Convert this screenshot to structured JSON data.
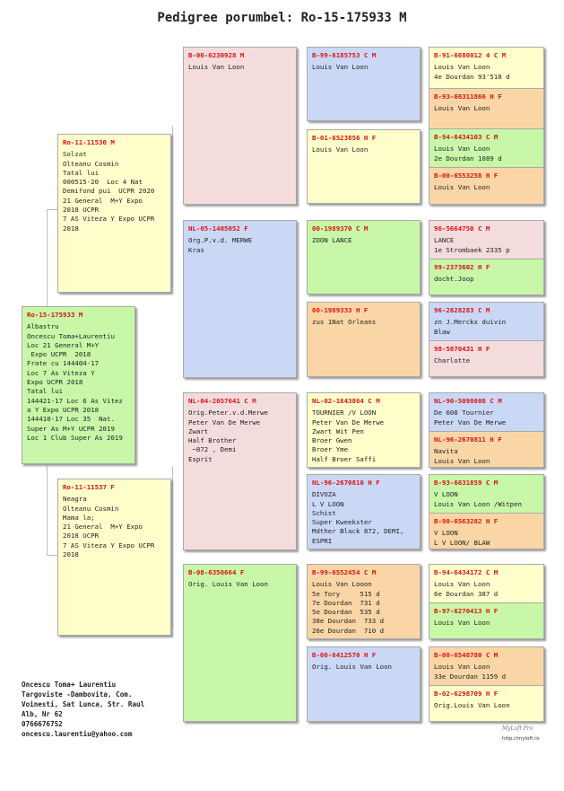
{
  "title": "Pedigree porumbel: Ro-15-175933 M",
  "subject": {
    "ring": "Ro-15-175933 M",
    "text": "Albastru\nOncescu Toma+Laurentiu\nLoc 21 General M+Y\n Expo UCPR  2018\nFrate cu 144404-17\nLoc 7 As Viteza Y\nExpo UCPR 2018\nTatal lui\n144421-17 Loc 6 As Vitez\na Y Expo UCPR 2018\n144410-17 Loc 35  Nat.\nSuper As M+Y UCPR 2019\nLoc 1 Club Super As 2019"
  },
  "parents": {
    "sire": {
      "ring": "Ro-11-11530 M",
      "text": "Solzat\nOlteanu Cosmin\nTatal lui\n000515-20  Loc 4 Nat\nDemifond pui  UCPR 2020\n21 General  M+Y Expo\n2018 UCPR\n7 AS Viteza Y Expo UCPR\n2018"
    },
    "dam": {
      "ring": "Ro-11-11537 F",
      "text": "Neagra\nOlteanu Cosmin\nMama la;\n21 General  M+Y Expo\n2018 UCPR\n7 AS Viteza Y Expo UCPR\n2018"
    }
  },
  "grandparents": [
    {
      "ring": "B-06-6230928 M",
      "text": "Louis Van Loon"
    },
    {
      "ring": "NL-05-1405052 F",
      "text": "Org.P.v.d. MERWE\nKras"
    },
    {
      "ring": "NL-04-2057641 C M",
      "text": "Orig.Peter.v.d.Merwe\nPeter Van De Merwe\nZwart\nHalf Brother\n ~872 , Demi\nEsprit"
    },
    {
      "ring": "B-08-6350664 F",
      "text": "Orig. Louis Van Loon"
    }
  ],
  "great_grandparents": [
    {
      "ring": "B-99-6185753 C M",
      "text": "Louis Van Loon"
    },
    {
      "ring": "B-01-6523856 H F",
      "text": "Louis Van Loon"
    },
    {
      "ring": "00-1989370 C M",
      "text": "ZOON LANCE"
    },
    {
      "ring": "00-1989333 H F",
      "text": "zus 1Nat Orleans"
    },
    {
      "ring": "NL-02-1643864 C M",
      "text": "TOURNIER /V LOON\nPeter Van De Merwe\nZwart Wit Pen\nBroer Gwen\nBroer Yme\nHalf Broer Saffi"
    },
    {
      "ring": "NL-96-2670810 H F",
      "text": "DIVOZA\nL V LOON\nSchist\nSuper Kweekster\nMdther Black 872, DEMI,\nESPRI"
    },
    {
      "ring": "B-99-6552454 C M",
      "text": "Louis Van Looon\n5e Tory     515 d\n7e Dourdan  731 d\n5e Dourdan  535 d\n38e Dourdan  733 d\n26e Dourdan  710 d"
    },
    {
      "ring": "B-06-6412570 H F",
      "text": "Orig. Louis Van Loon"
    }
  ],
  "great_great_grandparents": [
    {
      "ring": "B-91-6680012 4 C M",
      "text": "Louis Van Loon\n4e Dourdan 93'518 d"
    },
    {
      "ring": "B-93-66311866 H F",
      "text": "Louis Van Loon"
    },
    {
      "ring": "B-94-6434103 C M",
      "text": "Louis Van Loon\n2e Dourdan 1089 d"
    },
    {
      "ring": "B-00-6553258 H F",
      "text": "Louis Van Loon"
    },
    {
      "ring": "96-5664750 C M",
      "text": "LANCE\n1e Strombaek 2335 p"
    },
    {
      "ring": "99-2373602 H F",
      "text": "docht.Joop"
    },
    {
      "ring": "96-2628283 C M",
      "text": "zn J.Merckx duivin\nBlaw"
    },
    {
      "ring": "98-5870431 H F",
      "text": "Charlotte"
    },
    {
      "ring": "NL-90-5098608 C M",
      "text": "De 608 Tournier\nPeter Van De Merwe"
    },
    {
      "ring": "NL-96-2670811 H F",
      "text": "Navita\nLouis Van Loon"
    },
    {
      "ring": "B-93-6631859 C M",
      "text": "V LOON\nLouis Van Loon /Witpen"
    },
    {
      "ring": "B-90-6563282 H F",
      "text": "V LOON\nL V LOON/ BLAW"
    },
    {
      "ring": "B-94-6434172 C M",
      "text": "Louis Van Loon\n6e Dourdan 387 d"
    },
    {
      "ring": "B-97-6270413 H F",
      "text": "Louis Van Loon"
    },
    {
      "ring": "B-00-6548780 C M",
      "text": "Louis Van Loon\n33e Dourdan 1159 d"
    },
    {
      "ring": "B-02-6298709 H F",
      "text": "Orig.Louis Van Loon"
    }
  ],
  "owner": "Oncescu Toma+ Laurentiu\nTargoviste -Dambovita, Com.\nVoinesti, Sat Lunca, Str. Raul\nAlb, Nr 62\n0766676752\noncescu.laurentiu@yahoo.com",
  "footer": {
    "signature": "MyLoft Pro",
    "url": "http://myloft.ro"
  },
  "colors": {
    "ring_red": "#e01010",
    "yellow": "#ffffcc",
    "green": "#c8f7a8",
    "blue": "#cad8f6",
    "pink": "#f4dcdc",
    "orange": "#fad6a6"
  }
}
